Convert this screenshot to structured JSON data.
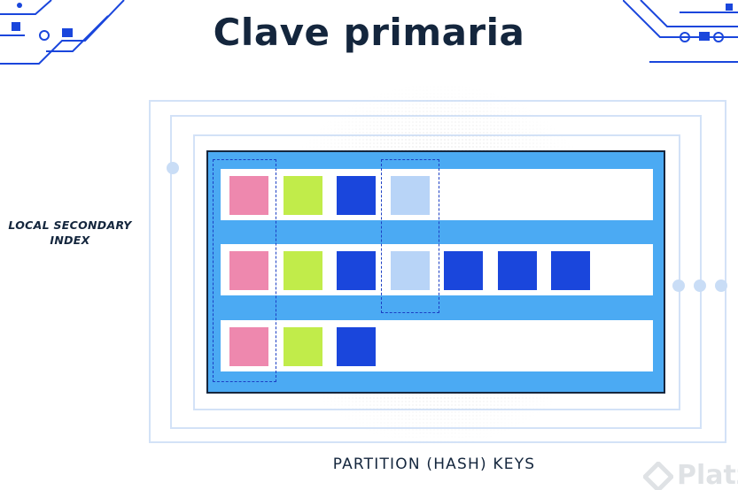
{
  "title": "Clave primaria",
  "local_secondary_index_label": [
    "LOCAL SECONDARY",
    "INDEX"
  ],
  "partition_keys_label": "PARTITION (HASH) KEYS",
  "watermark_text": "Platzi",
  "colors": {
    "title": "#14263d",
    "table_fill": "#4baaf3",
    "table_border": "#16263d",
    "frame": "#d3e2f7",
    "dashed_outline": "#1c3fc4",
    "pink": "#ee88ae",
    "green": "#c1ec4a",
    "blue": "#1a46dc",
    "light_blue": "#b8d4f7",
    "connector_dot": "#c9ddf6"
  },
  "rows": [
    {
      "cells": [
        "pink",
        "green",
        "blue",
        "light_blue"
      ]
    },
    {
      "cells": [
        "pink",
        "green",
        "blue",
        "light_blue",
        "blue",
        "blue",
        "blue"
      ]
    },
    {
      "cells": [
        "pink",
        "green",
        "blue"
      ]
    }
  ]
}
